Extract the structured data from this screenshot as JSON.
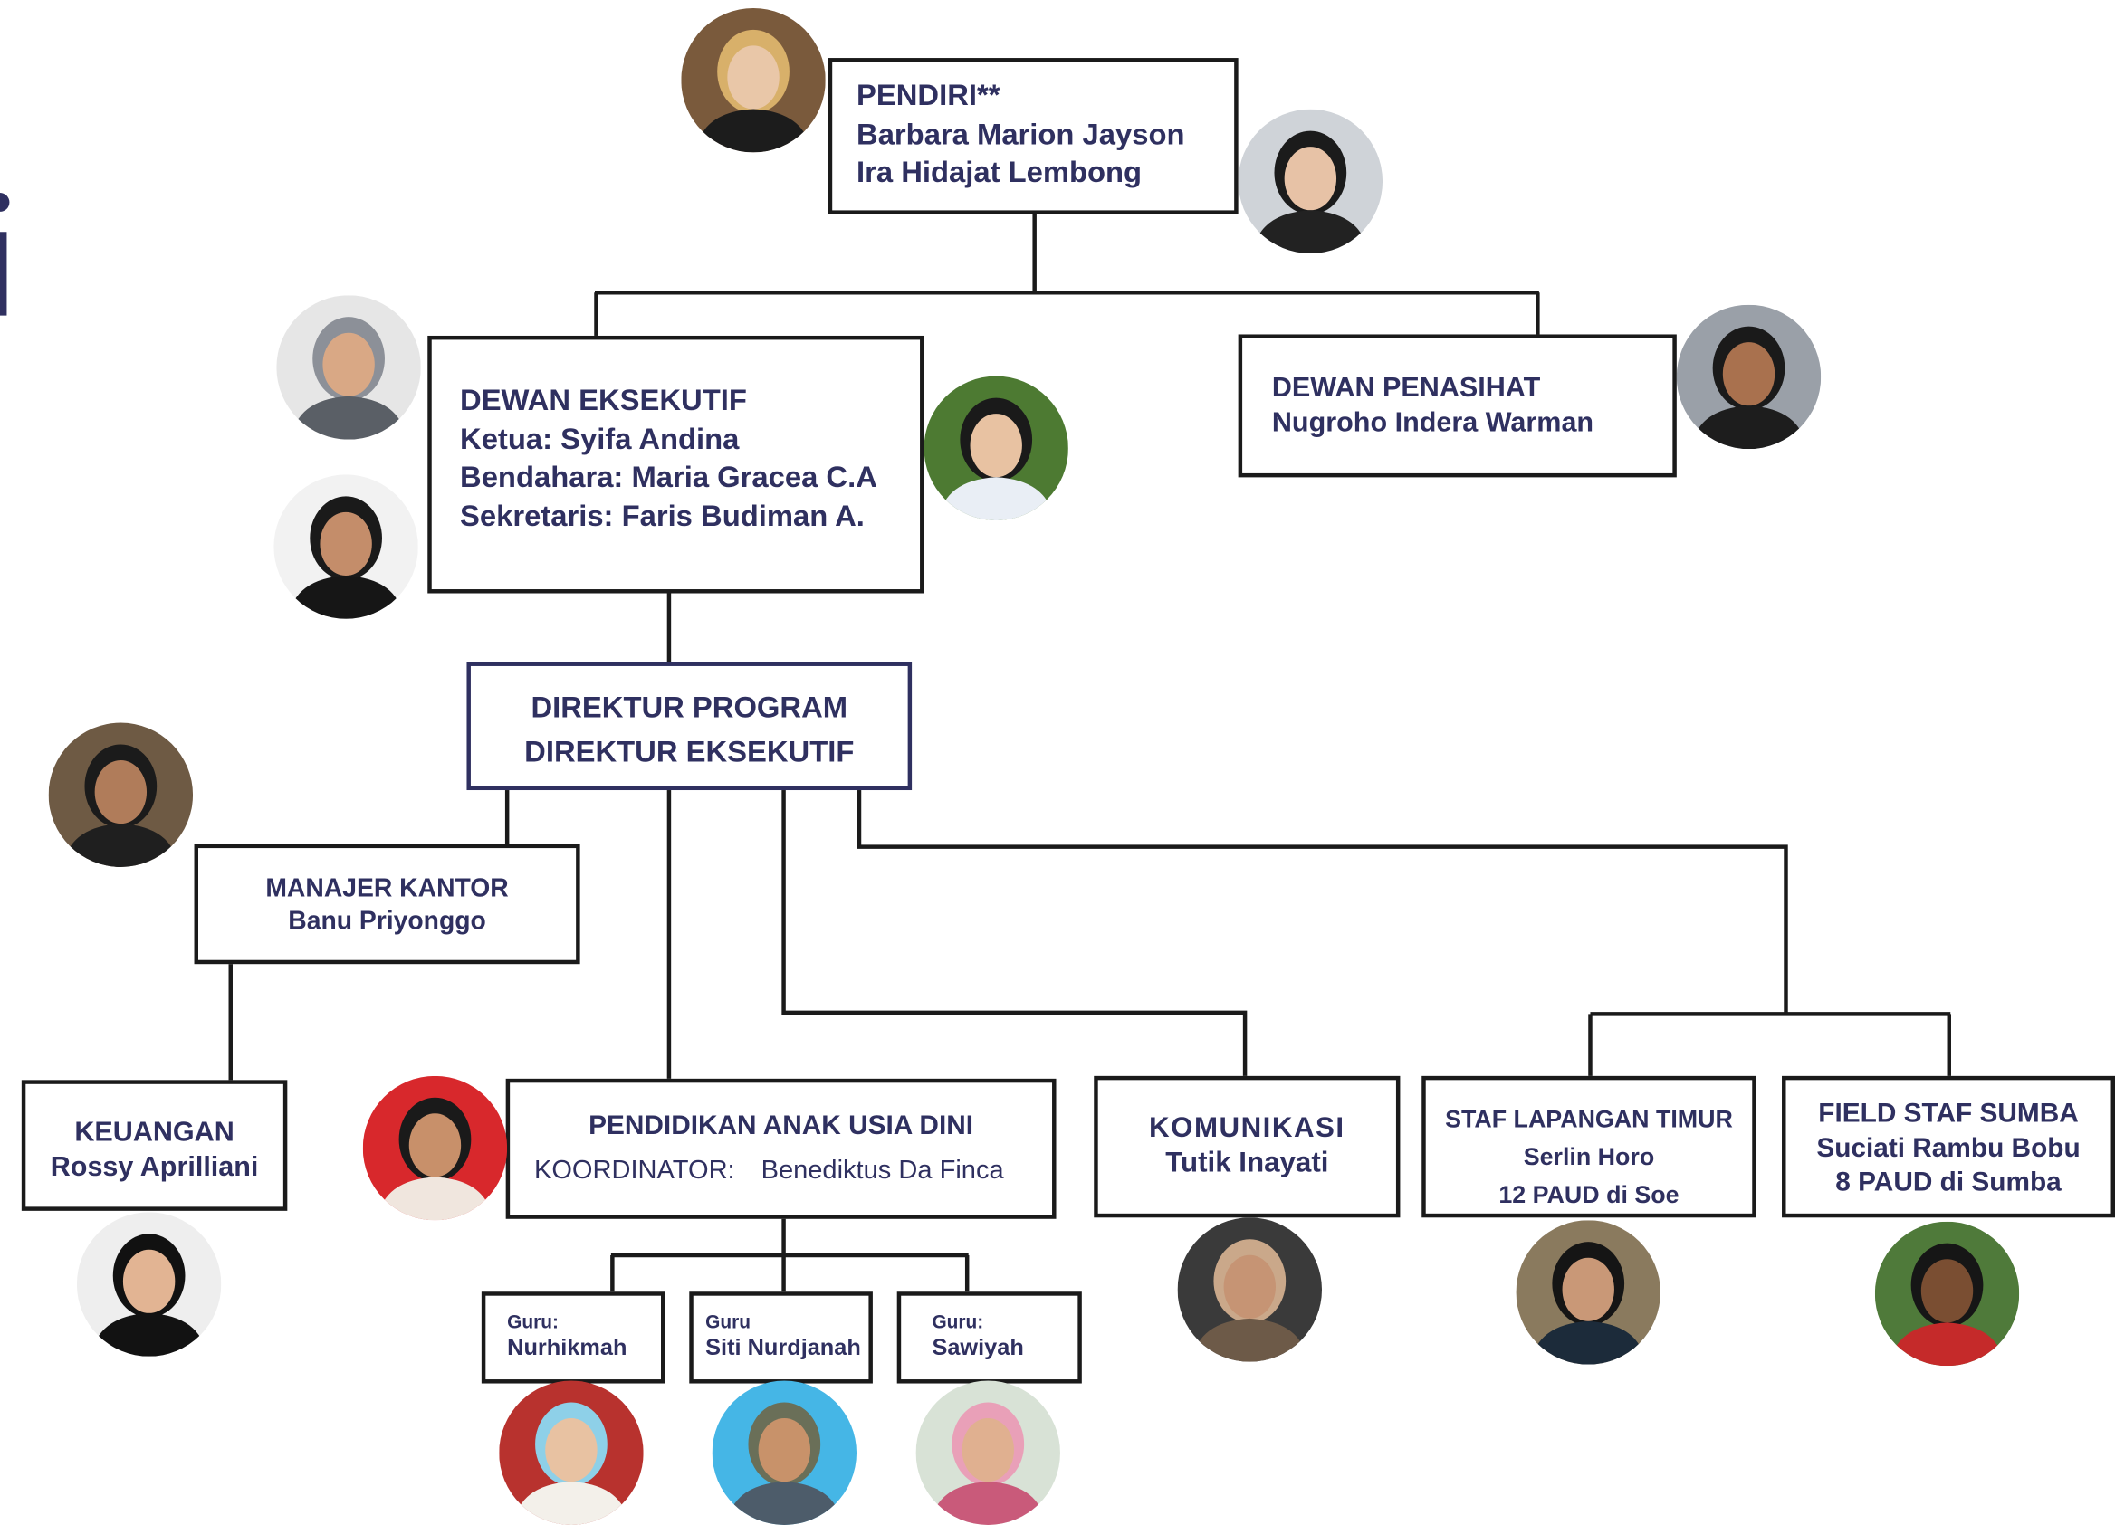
{
  "founders": {
    "lines": [
      "PENDIRI**",
      "Barbara Marion Jayson",
      "Ira Hidajat Lembong"
    ]
  },
  "executive_board": {
    "lines": [
      "DEWAN EKSEKUTIF",
      "Ketua: Syifa Andina",
      "Bendahara: Maria Gracea C.A",
      "Sekretaris: Faris Budiman A."
    ]
  },
  "advisory_board": {
    "lines": [
      "DEWAN PENASIHAT",
      "Nugroho Indera Warman"
    ]
  },
  "program_director": {
    "lines": [
      "DIREKTUR PROGRAM",
      "DIREKTUR EKSEKUTIF"
    ]
  },
  "office_manager": {
    "lines": [
      "MANAJER KANTOR",
      "Banu Priyonggo"
    ]
  },
  "finance": {
    "lines": [
      "KEUANGAN",
      "Rossy Aprilliani"
    ]
  },
  "early_childhood": {
    "title": "PENDIDIKAN ANAK USIA DINI",
    "coordinator_label": "KOORDINATOR:",
    "coordinator_name": "Benediktus Da Finca"
  },
  "teachers": [
    {
      "role": "Guru:",
      "name": "Nurhikmah"
    },
    {
      "role": "Guru",
      "name": "Siti Nurdjanah"
    },
    {
      "role": "Guru:",
      "name": "Sawiyah"
    }
  ],
  "communication": {
    "lines": [
      "KOMUNIKASI",
      "Tutik Inayati"
    ]
  },
  "field_east": {
    "lines": [
      "STAF LAPANGAN TIMUR",
      "Serlin Horo",
      "12 PAUD di Soe"
    ]
  },
  "field_sumba": {
    "lines": [
      "FIELD STAF SUMBA",
      "Suciati Rambu Bobu",
      "8 PAUD di Sumba"
    ]
  },
  "colors": {
    "text": "#2f3060",
    "border": "#1a1a1a",
    "lines": "#1a1a1a",
    "director_border": "#2f3060"
  },
  "icons": [
    "person-photo"
  ]
}
